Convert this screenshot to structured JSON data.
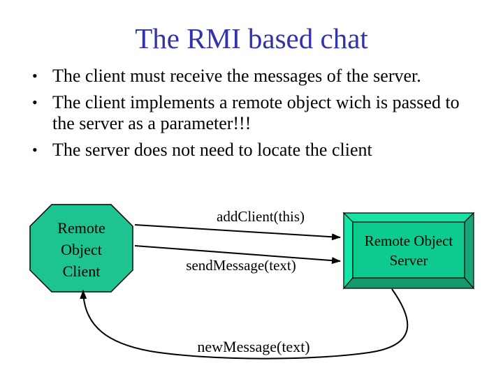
{
  "slide": {
    "title": "The RMI based chat",
    "bullets": [
      "The client must receive the messages of the server.",
      "The client implements a remote object wich is passed to the server as a parameter!!!",
      "The server does not need to locate the client"
    ],
    "bullet_glyph": "•"
  },
  "colors": {
    "title_text": "#3333A8",
    "body_text": "#000000",
    "background": "#FFFFFF",
    "line": "#000000",
    "client_node_fill": "#1DC492",
    "server_face": "#0DCA8E",
    "server_bevel_top": "#19E0A4",
    "server_bevel_left": "#10E6A8",
    "server_bevel_right": "#1AA578",
    "server_bevel_bottom": "#12996C"
  },
  "diagram": {
    "client": {
      "lines": [
        "Remote",
        "Object",
        "Client"
      ]
    },
    "server": {
      "lines": [
        "Remote Object",
        "Server"
      ]
    },
    "calls": {
      "add_client": "addClient(this)",
      "send_message": "sendMessage(text)",
      "new_message": "newMessage(text)"
    }
  }
}
